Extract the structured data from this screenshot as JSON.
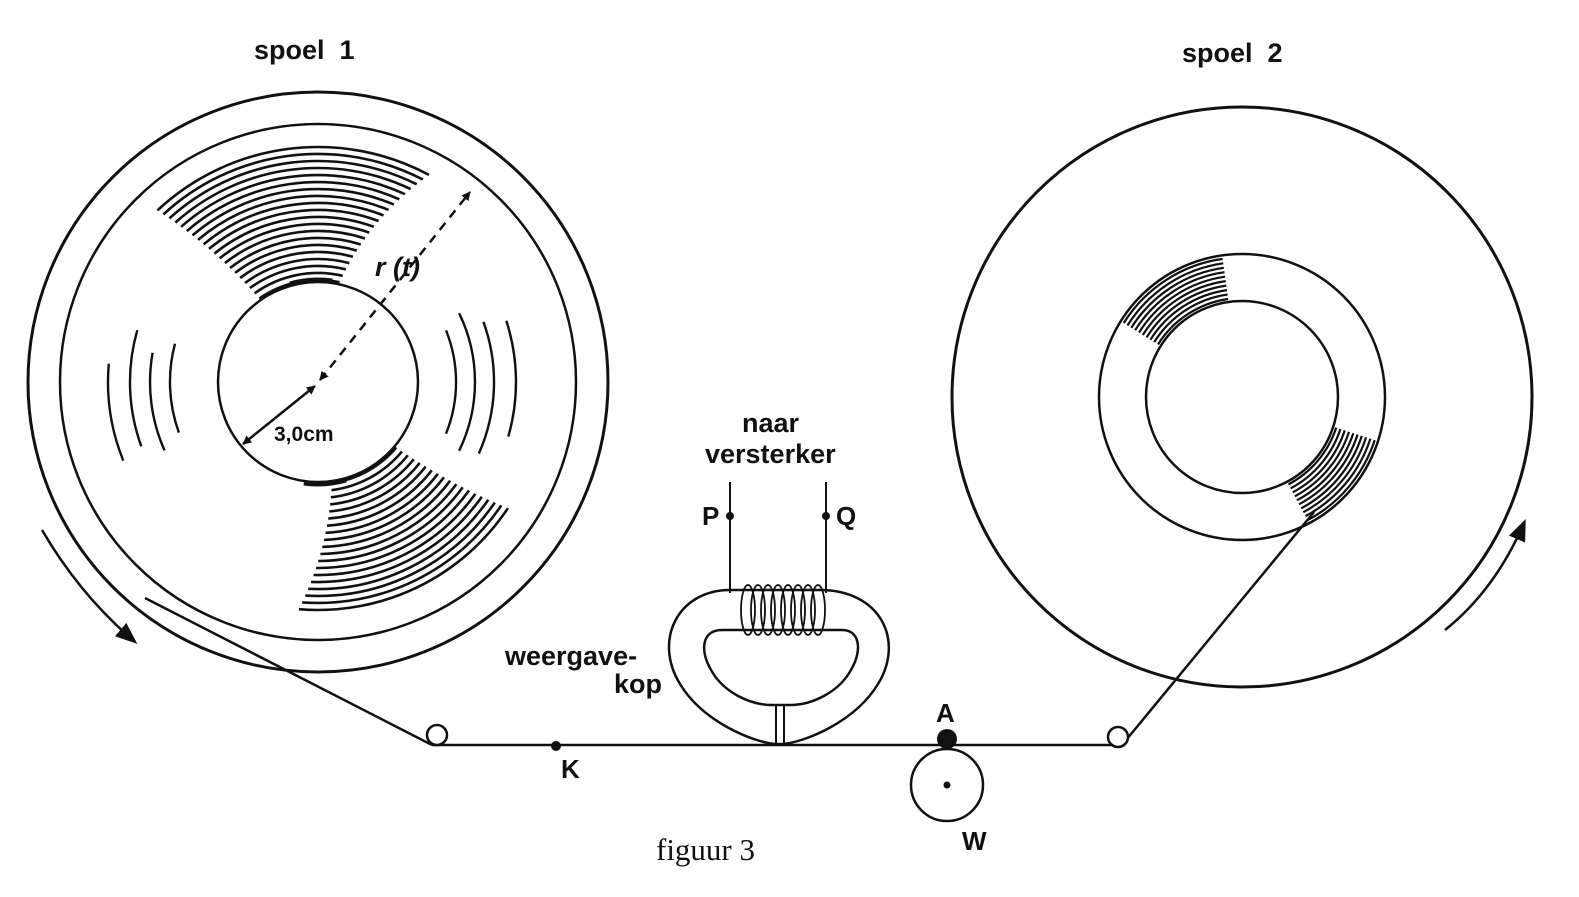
{
  "labels": {
    "reel1": "spoel  1",
    "reel2": "spoel  2",
    "radius": "r (t)",
    "hub_dimension": "3,0cm",
    "amplifier_line1": "naar",
    "amplifier_line2": "versterker",
    "terminal_p": "P",
    "terminal_q": "Q",
    "head_line1": "weergave-",
    "head_line2": "kop",
    "point_a": "A",
    "point_k": "K",
    "wheel_w": "W",
    "caption": "figuur 3"
  },
  "icons": {
    "reel1_rotation": "clockwise-arrow-icon",
    "reel2_rotation": "counterclockwise-arrow-icon"
  }
}
